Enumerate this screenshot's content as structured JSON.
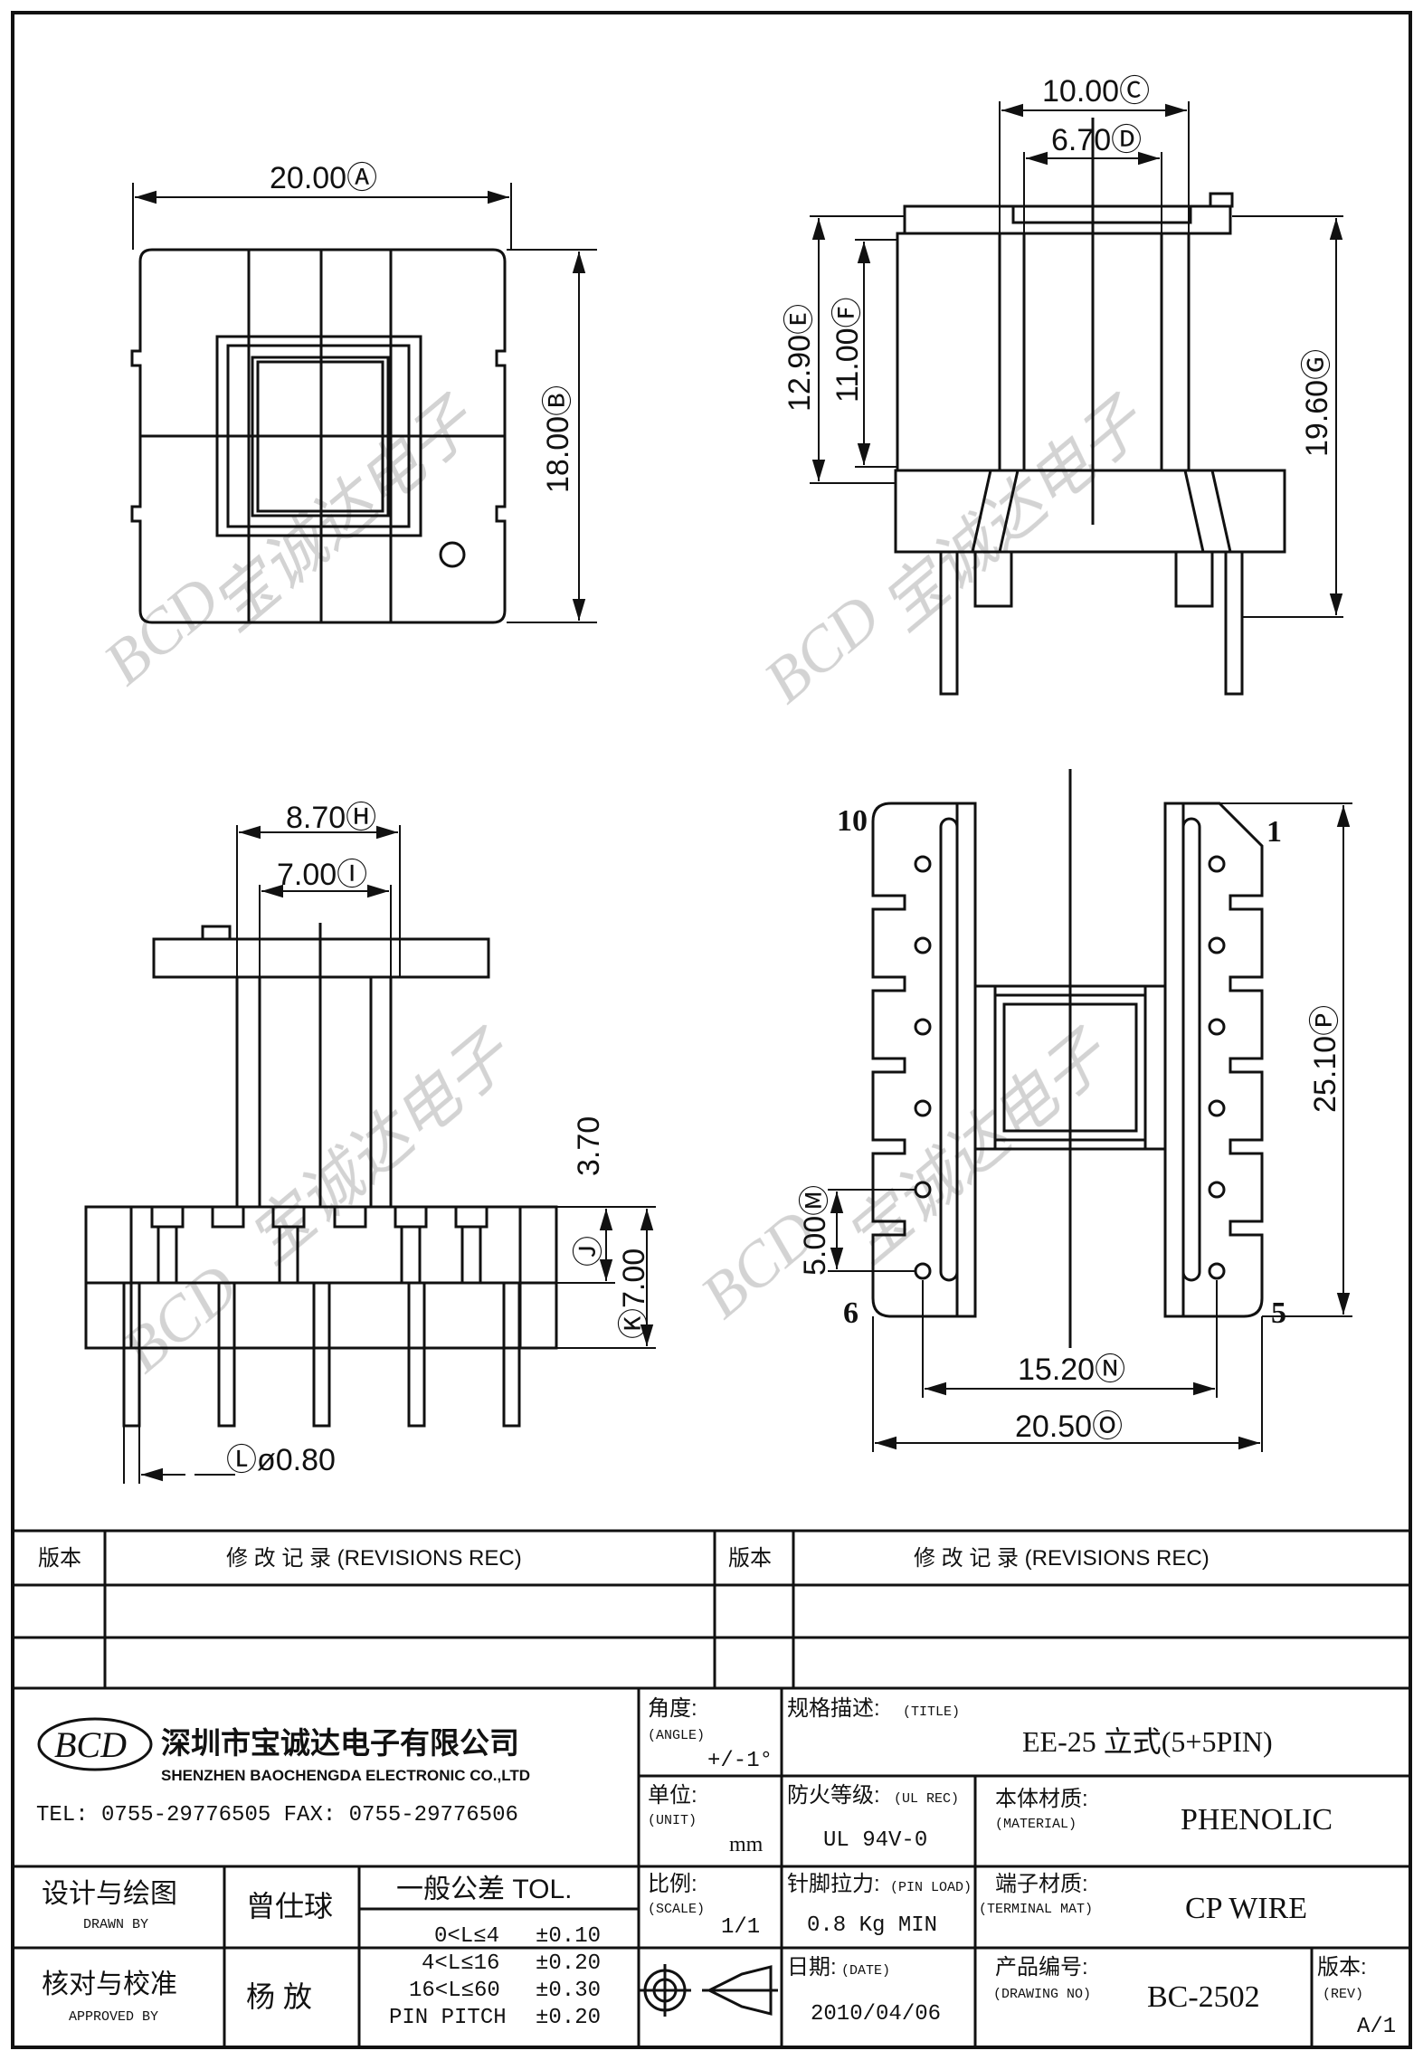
{
  "views": {
    "top": {
      "dim_a": "20.00Ⓐ",
      "dim_b": "18.00Ⓑ"
    },
    "front": {
      "dim_c": "10.00Ⓒ",
      "dim_d": "6.70Ⓓ",
      "dim_e": "12.90Ⓔ",
      "dim_f": "11.00Ⓕ",
      "dim_g": "19.60Ⓖ"
    },
    "side": {
      "dim_h": "8.70Ⓗ",
      "dim_i": "7.00Ⓘ",
      "dim_3_70": "3.70",
      "dim_j": "Ⓙ",
      "dim_k": "Ⓚ7.00",
      "dim_l": "Ⓛø0.80"
    },
    "bottom": {
      "pin_10": "10",
      "pin_1": "1",
      "pin_6": "6",
      "pin_5": "5",
      "dim_m": "5.00Ⓜ",
      "dim_n": "15.20Ⓝ",
      "dim_o": "20.50Ⓞ",
      "dim_p": "25.10Ⓟ"
    }
  },
  "watermark": {
    "letters": "BCD",
    "chars": "宝诚达电子"
  },
  "revisions": {
    "rev_label_left": "版本",
    "rev_title_left": "修 改 记 录 (REVISIONS REC)",
    "rev_label_right": "版本",
    "rev_title_right": "修 改 记 录 (REVISIONS REC)"
  },
  "company": {
    "logo_text": "BCD",
    "name_cn": "深圳市宝诚达电子有限公司",
    "name_en": "SHENZHEN BAOCHENGDA ELECTRONIC CO.,LTD",
    "contact": "TEL: 0755-29776505  FAX: 0755-29776506"
  },
  "titleblock": {
    "angle_label": "角度:",
    "angle_label_en": "(ANGLE)",
    "angle_value": "+/-1°",
    "title_label": "规格描述:",
    "title_label_en": "(TITLE)",
    "title_value": "EE-25 立式(5+5PIN)",
    "unit_label": "单位:",
    "unit_label_en": "(UNIT)",
    "unit_value": "mm",
    "ul_label": "防火等级:",
    "ul_label_en": "(UL REC)",
    "ul_value": "UL 94V-0",
    "material_label": "本体材质:",
    "material_label_en": "(MATERIAL)",
    "material_value": "PHENOLIC",
    "scale_label": "比例:",
    "scale_label_en": "(SCALE)",
    "scale_value": "1/1",
    "pinload_label": "针脚拉力:",
    "pinload_label_en": "(PIN LOAD)",
    "pinload_value": "0.8 Kg MIN",
    "terminal_label": "端子材质:",
    "terminal_label_en": "(TERMINAL MAT)",
    "terminal_value": "CP WIRE",
    "date_label": "日期:",
    "date_label_en": "(DATE)",
    "date_value": "2010/04/06",
    "drawingno_label": "产品编号:",
    "drawingno_label_en": "(DRAWING NO)",
    "drawingno_value": "BC-2502",
    "rev_label": "版本:",
    "rev_label_en": "(REV)",
    "rev_value": "A/1",
    "drawn_label": "设计与绘图",
    "drawn_label_en": "DRAWN BY",
    "drawn_value": "曾仕球",
    "approved_label": "核对与校准",
    "approved_label_en": "APPROVED BY",
    "approved_value": "杨  放",
    "tol_title": "一般公差 TOL.",
    "tol_rows": [
      {
        "range": "0<L≤4",
        "value": "±0.10"
      },
      {
        "range": "4<L≤16",
        "value": "±0.20"
      },
      {
        "range": "16<L≤60",
        "value": "±0.30"
      },
      {
        "range": "PIN PITCH",
        "value": "±0.20"
      }
    ]
  }
}
